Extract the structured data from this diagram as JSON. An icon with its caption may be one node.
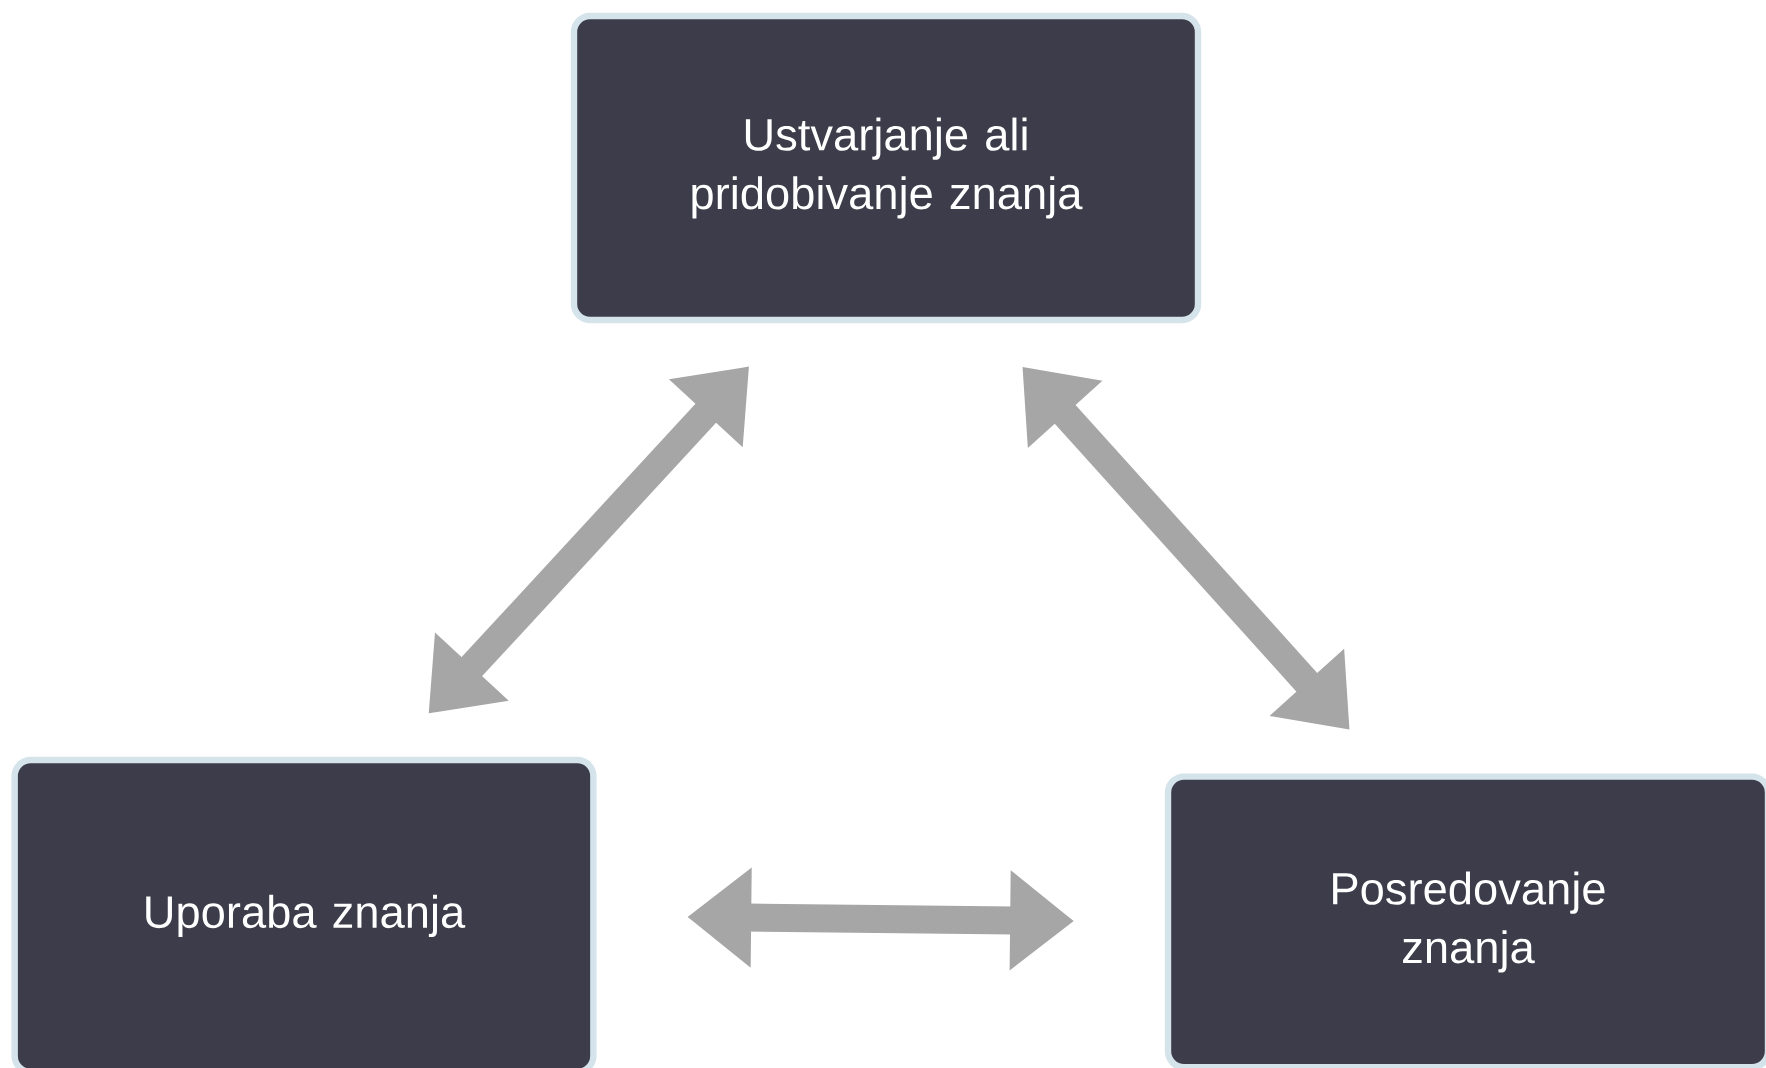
{
  "diagram": {
    "nodes": [
      {
        "text": [
          "Ustvarjanje ali pridobivanje znanja"
        ]
      },
      {
        "text": [
          "Uporaba znanja"
        ]
      },
      {
        "text": [
          "Posredovanje znanja"
        ]
      }
    ],
    "edges": [
      {
        "from": 1,
        "to": 0,
        "arrow": "both"
      },
      {
        "from": 0,
        "to": 2,
        "arrow": "both"
      },
      {
        "from": 1,
        "to": 2,
        "arrow": "both"
      }
    ]
  }
}
